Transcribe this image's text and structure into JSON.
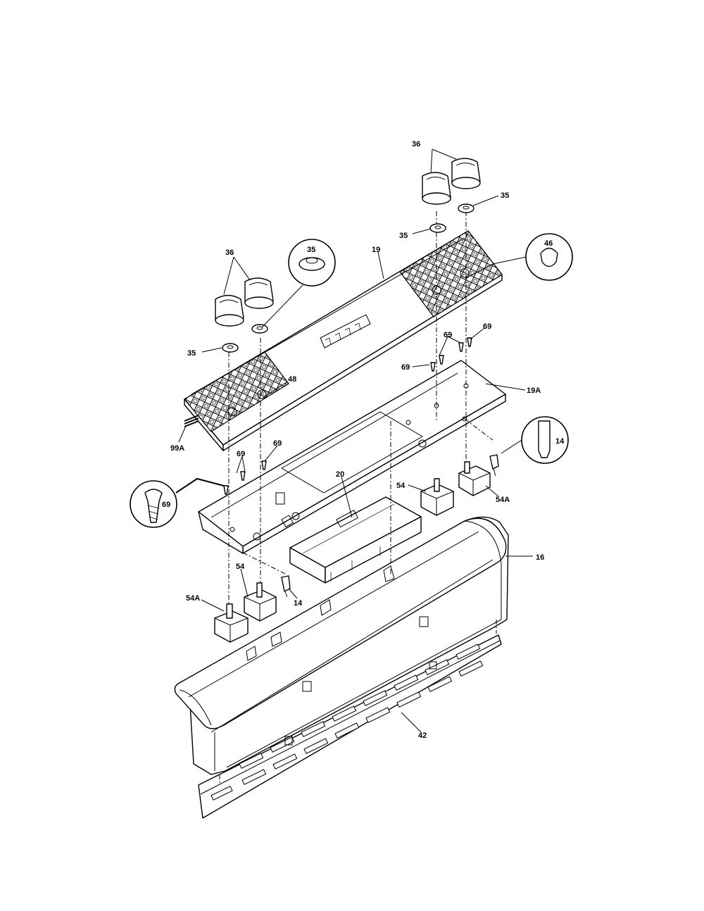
{
  "callouts": {
    "c36_right": "36",
    "c35_right_top": "35",
    "c35_right_mid": "35",
    "c19": "19",
    "c46": "46",
    "c36_left": "36",
    "c35_bubble": "35",
    "c35_left": "35",
    "c48": "48",
    "c69_r1": "69",
    "c69_r2": "69",
    "c69_r3": "69",
    "c19A": "19A",
    "c99A": "99A",
    "c69_l1": "69",
    "c69_l2": "69",
    "c69_bubble": "69",
    "c14_bubble": "14",
    "c20": "20",
    "c54_right": "54",
    "c54A_right": "54A",
    "c16": "16",
    "c54_left": "54",
    "c54A_left": "54A",
    "c14_left": "14",
    "c42": "42"
  }
}
